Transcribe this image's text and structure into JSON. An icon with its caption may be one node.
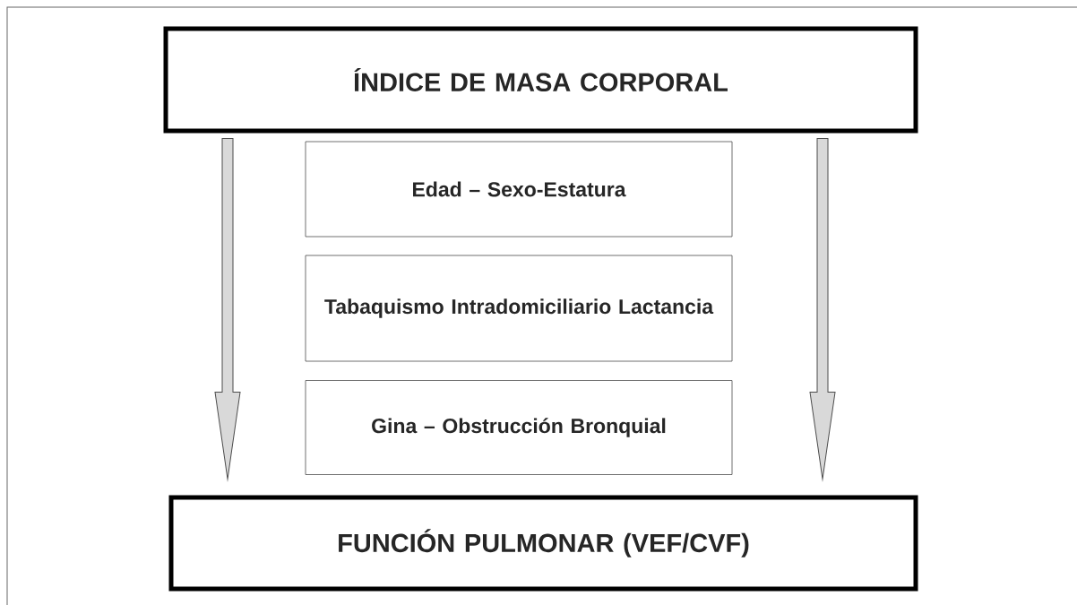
{
  "diagram": {
    "nodes": [
      {
        "text": [
          "ÍNDICE DE MASA CORPORAL"
        ]
      },
      {
        "text": [
          "Edad – Sexo-Estatura"
        ]
      },
      {
        "text": [
          "Tabaquismo Intradomiciliario Lactancia"
        ]
      },
      {
        "text": [
          "Gina – Obstrucción Bronquial"
        ]
      },
      {
        "text": [
          "FUNCIÓN PULMONAR (VEF/CVF)"
        ]
      }
    ],
    "edges": [
      {
        "from": 0,
        "to": 4,
        "arrow": "to",
        "style": "thick",
        "color": "#d9d9d9"
      },
      {
        "from": 0,
        "to": 4,
        "arrow": "to",
        "style": "thick",
        "color": "#d9d9d9"
      }
    ]
  }
}
